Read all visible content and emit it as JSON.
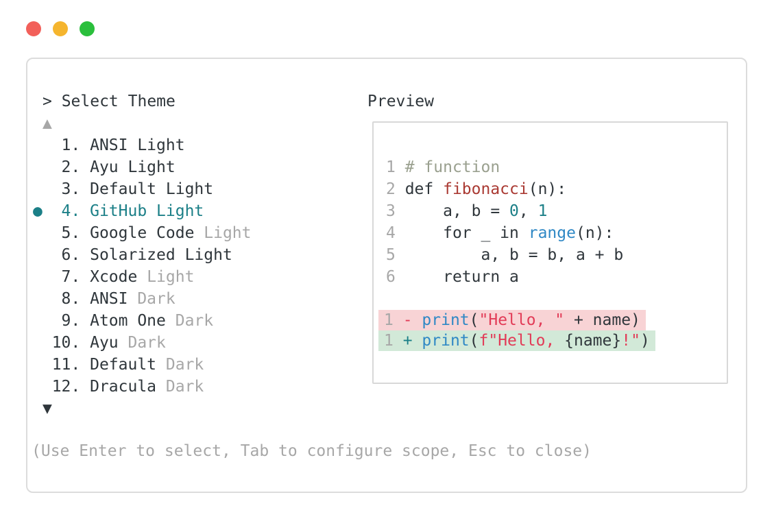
{
  "window_controls": {
    "close_color": "#f2605a",
    "minimize_color": "#f5b52e",
    "maximize_color": "#2abf3c"
  },
  "theme_picker": {
    "title": "> Select Theme",
    "scroll_up_indicator": "▲",
    "scroll_down_indicator": "▼",
    "selected_marker": "●",
    "items": [
      {
        "number": "1",
        "name": "ANSI Light",
        "suffix": "",
        "selected": false
      },
      {
        "number": "2",
        "name": "Ayu Light",
        "suffix": "",
        "selected": false
      },
      {
        "number": "3",
        "name": "Default Light",
        "suffix": "",
        "selected": false
      },
      {
        "number": "4",
        "name": "GitHub Light",
        "suffix": "",
        "selected": true
      },
      {
        "number": "5",
        "name": "Google Code",
        "suffix": " Light",
        "selected": false
      },
      {
        "number": "6",
        "name": "Solarized Light",
        "suffix": "",
        "selected": false
      },
      {
        "number": "7",
        "name": "Xcode",
        "suffix": " Light",
        "selected": false
      },
      {
        "number": "8",
        "name": "ANSI",
        "suffix": " Dark",
        "selected": false
      },
      {
        "number": "9",
        "name": "Atom One",
        "suffix": " Dark",
        "selected": false
      },
      {
        "number": "10",
        "name": "Ayu",
        "suffix": " Dark",
        "selected": false
      },
      {
        "number": "11",
        "name": "Default",
        "suffix": " Dark",
        "selected": false
      },
      {
        "number": "12",
        "name": "Dracula",
        "suffix": " Dark",
        "selected": false
      }
    ],
    "footer_hint": "(Use Enter to select, Tab to configure scope, Esc to close)"
  },
  "preview": {
    "label": "Preview",
    "code_lines": [
      {
        "number": "1",
        "tokens": [
          {
            "t": "# function",
            "s": "comment"
          }
        ]
      },
      {
        "number": "2",
        "tokens": [
          {
            "t": "def ",
            "s": "text"
          },
          {
            "t": "fibonacci",
            "s": "func"
          },
          {
            "t": "(n):",
            "s": "text"
          }
        ]
      },
      {
        "number": "3",
        "tokens": [
          {
            "t": "    a, b = ",
            "s": "text"
          },
          {
            "t": "0",
            "s": "num"
          },
          {
            "t": ", ",
            "s": "text"
          },
          {
            "t": "1",
            "s": "num"
          }
        ]
      },
      {
        "number": "4",
        "tokens": [
          {
            "t": "    for _ in ",
            "s": "text"
          },
          {
            "t": "range",
            "s": "builtin"
          },
          {
            "t": "(n):",
            "s": "text"
          }
        ]
      },
      {
        "number": "5",
        "tokens": [
          {
            "t": "        a, b = b, a + b",
            "s": "text"
          }
        ]
      },
      {
        "number": "6",
        "tokens": [
          {
            "t": "    return a",
            "s": "text"
          }
        ]
      }
    ],
    "diff_lines": [
      {
        "number": "1",
        "kind": "removed",
        "sign": "-",
        "tokens": [
          {
            "t": "print",
            "s": "builtin"
          },
          {
            "t": "(",
            "s": "text"
          },
          {
            "t": "\"Hello, \"",
            "s": "string"
          },
          {
            "t": " + name)",
            "s": "text"
          }
        ]
      },
      {
        "number": "1",
        "kind": "added",
        "sign": "+",
        "tokens": [
          {
            "t": "print",
            "s": "builtin"
          },
          {
            "t": "(",
            "s": "text"
          },
          {
            "t": "f\"Hello, ",
            "s": "string"
          },
          {
            "t": "{name}",
            "s": "text"
          },
          {
            "t": "!\"",
            "s": "string"
          },
          {
            "t": ")",
            "s": "text"
          }
        ]
      }
    ]
  },
  "colors": {
    "text": "#2f363b",
    "muted": "#a7a7a7",
    "comment": "#9aa08f",
    "accent": "#1b7f87",
    "builtin_blue": "#2f88c5",
    "string_crimson": "#e23b57",
    "func_red": "#aa3a33",
    "removed_bg": "#f8d3d5",
    "added_bg": "#d2e9d8",
    "panel_border": "#dcdcdc",
    "preview_border": "#d8d8d8"
  }
}
